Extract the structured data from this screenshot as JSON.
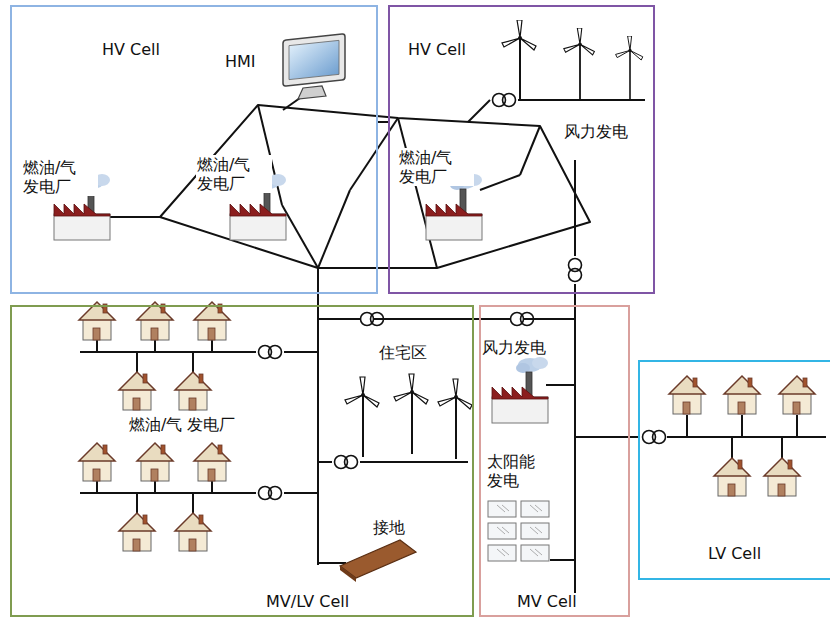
{
  "diagram": {
    "nodes": [
      {
        "text": [
          "HV Cell"
        ]
      },
      {
        "text": [
          "HV Cell"
        ]
      },
      {
        "text": [
          "MV/LV Cell"
        ]
      },
      {
        "text": [
          "MV Cell"
        ]
      },
      {
        "text": [
          "LV Cell"
        ]
      }
    ],
    "edges": [
      {
        "from": 0,
        "to": 1,
        "arrow": "none"
      },
      {
        "from": 0,
        "to": 2,
        "arrow": "none"
      },
      {
        "from": 1,
        "to": 3,
        "arrow": "none"
      },
      {
        "from": 2,
        "to": 3,
        "arrow": "none"
      },
      {
        "from": 3,
        "to": 4,
        "arrow": "none"
      }
    ],
    "labels": [
      "HMI",
      "燃油/气 发电厂",
      "燃油/气 发电厂",
      "风力发电",
      "燃油/气 发电厂",
      "风力发电",
      "住宅区",
      "燃油/气 发电厂",
      "接地",
      "太阳能 发电"
    ]
  }
}
